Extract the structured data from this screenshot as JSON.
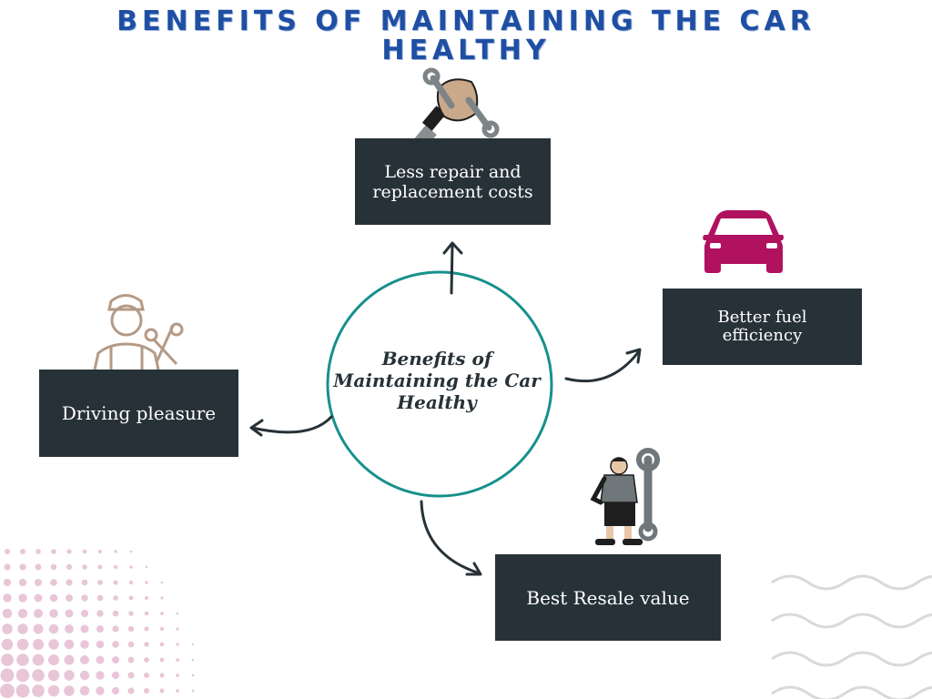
{
  "title": {
    "line1": "BENEFITS OF MAINTAINING THE CAR",
    "line2": "HEALTHY"
  },
  "center": {
    "line1": "Benefits of",
    "line2": "Maintaining the Car",
    "line3": "Healthy"
  },
  "benefits": [
    {
      "line1": "Less repair and",
      "line2": "replacement costs",
      "icon": "wrench-fist-icon"
    },
    {
      "line1": "Better fuel",
      "line2": "efficiency",
      "icon": "car-icon"
    },
    {
      "label": "Best Resale value",
      "icon": "mechanic-with-wrench-icon"
    },
    {
      "label": "Driving pleasure",
      "icon": "mechanic-with-tools-icon"
    }
  ],
  "colors": {
    "title": "#1f4fa3",
    "box": "#273238",
    "circle": "#17908c",
    "car": "#b0125f",
    "dots": "#e8c6d8",
    "waves": "#d9d9d9"
  }
}
